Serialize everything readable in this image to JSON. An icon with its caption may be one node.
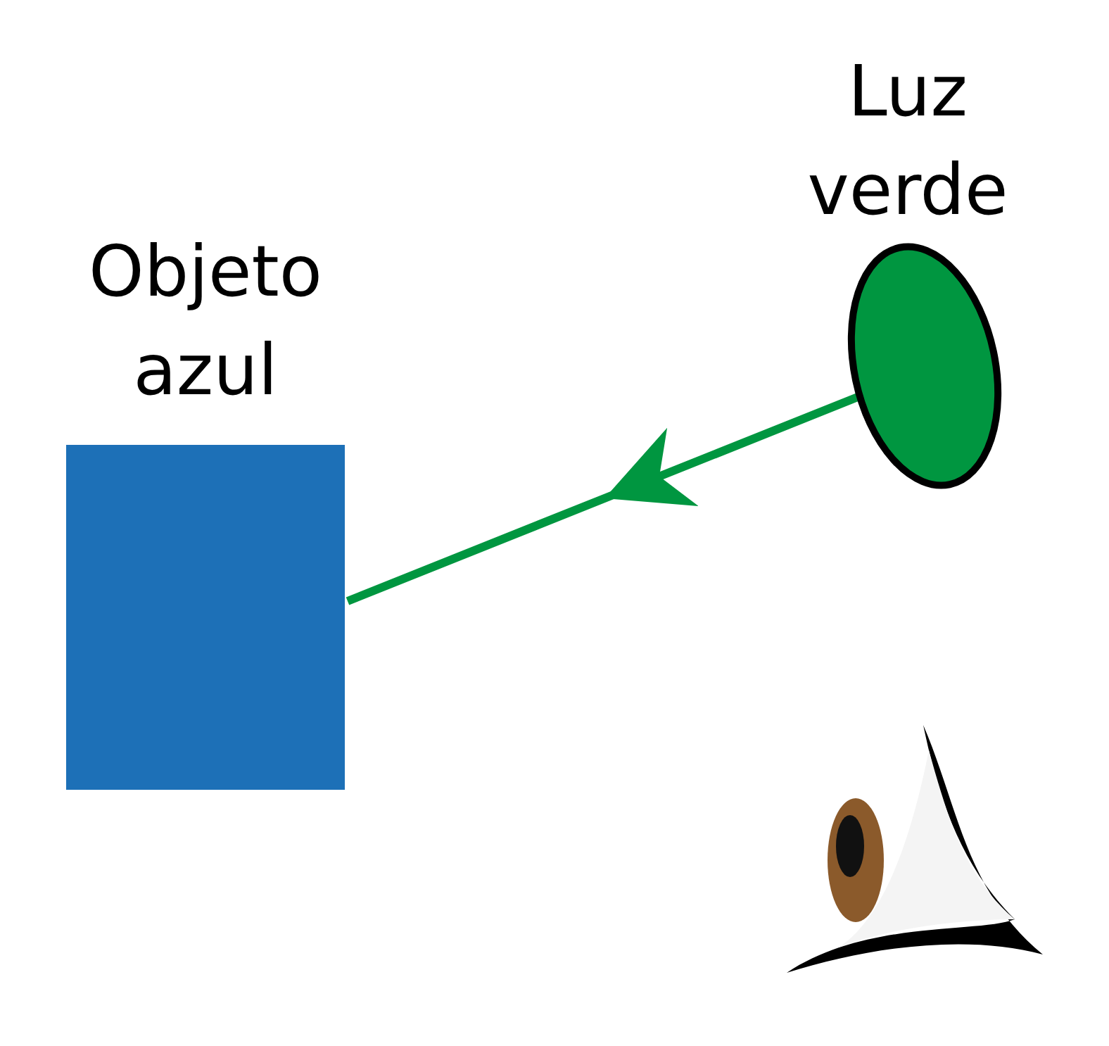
{
  "diagram": {
    "nodes": [
      {
        "text": [
          "Objeto azul"
        ]
      },
      {
        "text": [
          "Luz verde"
        ]
      }
    ],
    "edges": [
      {
        "from": 1,
        "to": 0,
        "arrow": "to",
        "color": "#009640"
      }
    ]
  }
}
